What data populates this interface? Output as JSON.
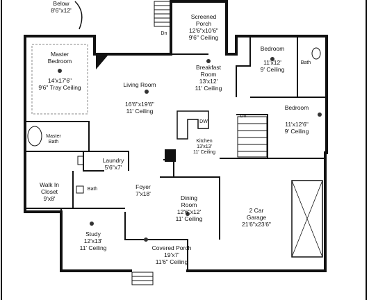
{
  "plan": {
    "rooms": [
      {
        "id": "below",
        "name": "Below",
        "dims": "8'6\"x12'",
        "ceiling": ""
      },
      {
        "id": "screened-porch",
        "name": "Screened Porch",
        "dims": "12'6\"x10'6\"",
        "ceiling": "9'6\" Ceiling"
      },
      {
        "id": "master-bedroom",
        "name": "Master Bedroom",
        "dims": "14'x17'6\"",
        "ceiling": "9'6\" Tray Ceiling"
      },
      {
        "id": "living-room",
        "name": "Living Room",
        "dims": "16'6\"x19'6\"",
        "ceiling": "11' Ceiling"
      },
      {
        "id": "breakfast-room",
        "name": "Breakfast Room",
        "dims": "13'x12'",
        "ceiling": "11' Ceiling"
      },
      {
        "id": "bedroom-1",
        "name": "Bedroom",
        "dims": "11'x12'",
        "ceiling": "9' Ceiling"
      },
      {
        "id": "bedroom-2",
        "name": "Bedroom",
        "dims": "11'x12'6\"",
        "ceiling": "9' Ceiling"
      },
      {
        "id": "master-bath",
        "name": "Master Bath",
        "dims": "",
        "ceiling": ""
      },
      {
        "id": "kitchen",
        "name": "Kitchen",
        "dims": "13'x13'",
        "ceiling": "11' Ceiling"
      },
      {
        "id": "laundry",
        "name": "Laundry",
        "dims": "5'6\"x7'",
        "ceiling": ""
      },
      {
        "id": "walk-in-closet",
        "name": "Walk In Closet",
        "dims": "9'x8'",
        "ceiling": ""
      },
      {
        "id": "foyer",
        "name": "Foyer",
        "dims": "7'x18'",
        "ceiling": ""
      },
      {
        "id": "dining-room",
        "name": "Dining Room",
        "dims": "12'6\"x12'",
        "ceiling": "11' Ceiling"
      },
      {
        "id": "garage",
        "name": "2 Car Garage",
        "dims": "21'6\"x23'6\"",
        "ceiling": ""
      },
      {
        "id": "study",
        "name": "Study",
        "dims": "12'x13'",
        "ceiling": "11' Ceiling"
      },
      {
        "id": "covered-porch",
        "name": "Covered Porch",
        "dims": "19'x7'",
        "ceiling": "11'6\" Ceiling"
      }
    ],
    "small_labels": {
      "dn_1": "Dn",
      "dn_2": "Dn",
      "bath_1": "Bath",
      "bath_2": "Bath",
      "dw": "DW"
    }
  }
}
